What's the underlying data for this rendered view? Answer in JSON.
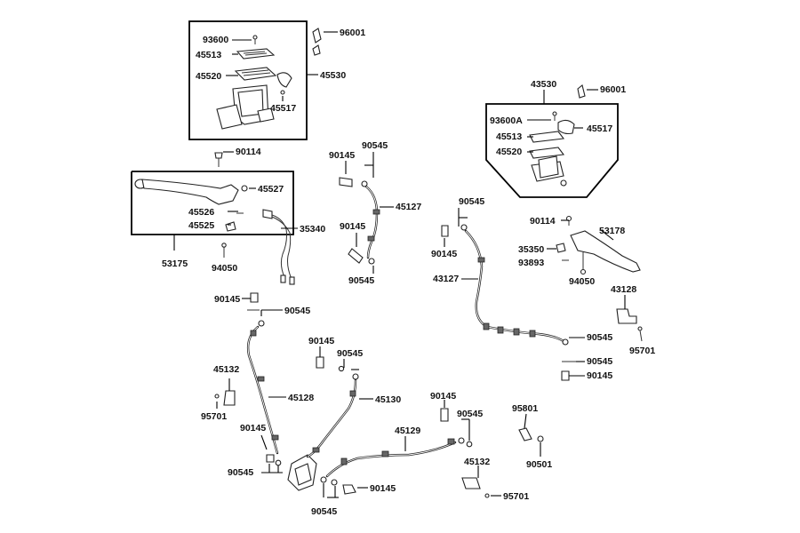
{
  "labels": {
    "l93600": "93600",
    "l45513a": "45513",
    "l45520a": "45520",
    "l96001a": "96001",
    "l45530": "45530",
    "l45517a": "45517",
    "l90114a": "90114",
    "l45527": "45527",
    "l45526": "45526",
    "l45525": "45525",
    "l53175": "53175",
    "l94050a": "94050",
    "l35340": "35340",
    "l90145a": "90145",
    "l90545a": "90545",
    "l45127": "45127",
    "l90145b": "90145",
    "l90545b": "90545",
    "l43530": "43530",
    "l96001b": "96001",
    "l93600A": "93600A",
    "l45517b": "45517",
    "l45513b": "45513",
    "l45520b": "45520",
    "l90545c": "90545",
    "l90145c": "90145",
    "l43127": "43127",
    "l90114b": "90114",
    "l53178": "53178",
    "l35350": "35350",
    "l93893": "93893",
    "l94050b": "94050",
    "l43128": "43128",
    "l95701a": "95701",
    "l90545d": "90545",
    "l90545e": "90545",
    "l90145d": "90145",
    "l90145e": "90145",
    "l90545f": "90545",
    "l45132a": "45132",
    "l45128": "45128",
    "l95701b": "95701",
    "l90145f": "90145",
    "l90545g": "90545",
    "l90145g": "90145",
    "l90545h": "90545",
    "l45130": "45130",
    "l90145h": "90145",
    "l90545i": "90545",
    "l45129": "45129",
    "l45132b": "45132",
    "l95701c": "95701",
    "l95801": "95801",
    "l90501": "90501",
    "l90145i": "90145",
    "l90545j": "90545"
  },
  "colors": {
    "line": "#000000",
    "background": "#ffffff"
  }
}
